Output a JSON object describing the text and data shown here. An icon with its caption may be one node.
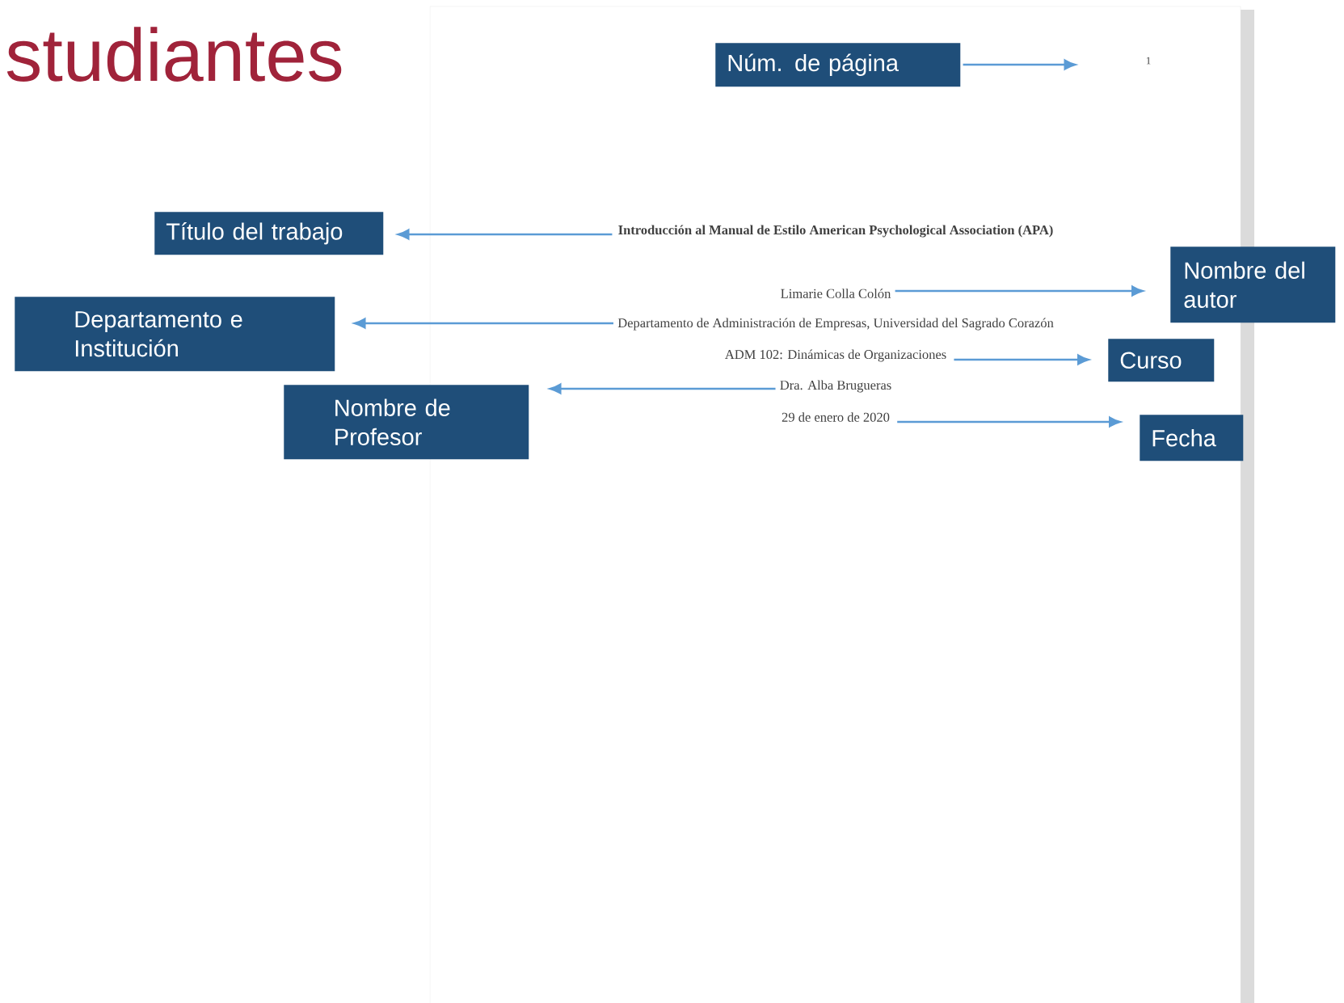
{
  "diagram": {
    "title": "studiantes",
    "nodes": [
      {
        "text": [
          "Núm. de página"
        ]
      },
      {
        "text": [
          "1"
        ]
      },
      {
        "text": [
          "Título del trabajo"
        ]
      },
      {
        "text": [
          "Introducción al Manual de Estilo American Psychological Association (APA)"
        ]
      },
      {
        "text": [
          "Nombre del autor"
        ]
      },
      {
        "text": [
          "Limarie Colla Colón"
        ]
      },
      {
        "text": [
          "Departamento e Institución"
        ]
      },
      {
        "text": [
          "Departamento de Administración de Empresas, Universidad del Sagrado Corazón"
        ]
      },
      {
        "text": [
          "Curso"
        ]
      },
      {
        "text": [
          "ADM 102: Dinámicas de Organizaciones"
        ]
      },
      {
        "text": [
          "Nombre de Profesor"
        ]
      },
      {
        "text": [
          "Dra. Alba Brugueras"
        ]
      },
      {
        "text": [
          "Fecha"
        ]
      },
      {
        "text": [
          "29 de enero de 2020"
        ]
      }
    ],
    "edges": [
      {
        "from": 0,
        "to": 1,
        "arrow": "to"
      },
      {
        "from": 3,
        "to": 2,
        "arrow": "to"
      },
      {
        "from": 5,
        "to": 4,
        "arrow": "to"
      },
      {
        "from": 7,
        "to": 6,
        "arrow": "to"
      },
      {
        "from": 9,
        "to": 8,
        "arrow": "to"
      },
      {
        "from": 11,
        "to": 10,
        "arrow": "to"
      },
      {
        "from": 13,
        "to": 12,
        "arrow": "to"
      }
    ]
  }
}
